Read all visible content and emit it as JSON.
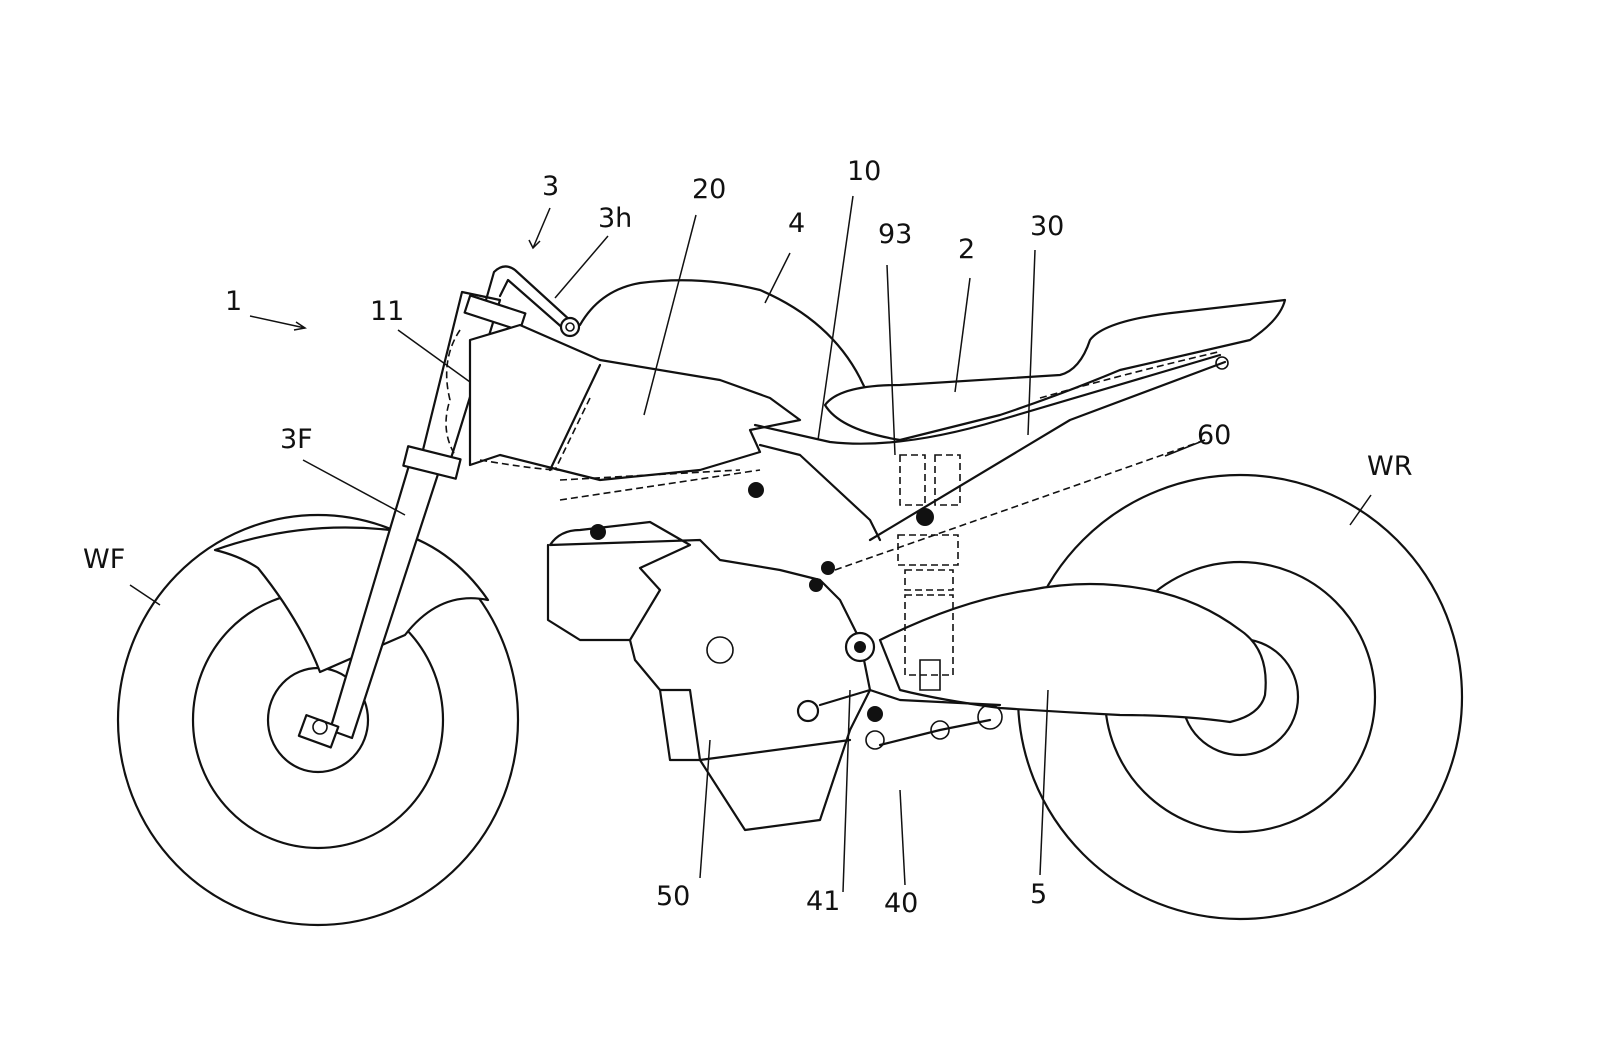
{
  "figure": {
    "type": "patent-drawing",
    "subject": "motorcycle side view",
    "labels": {
      "motorcycle": "1",
      "steering": "3",
      "handlebar": "3h",
      "head_pipe": "11",
      "front_fork": "3F",
      "front_wheel": "WF",
      "air_cleaner": "20",
      "fuel_tank": "4",
      "main_frame": "10",
      "bracket": "93",
      "seat": "2",
      "seat_rail": "30",
      "link_rod": "60",
      "rear_wheel": "WR",
      "engine": "50",
      "pivot_plate": "41",
      "link_mechanism": "40",
      "swing_arm": "5"
    }
  }
}
